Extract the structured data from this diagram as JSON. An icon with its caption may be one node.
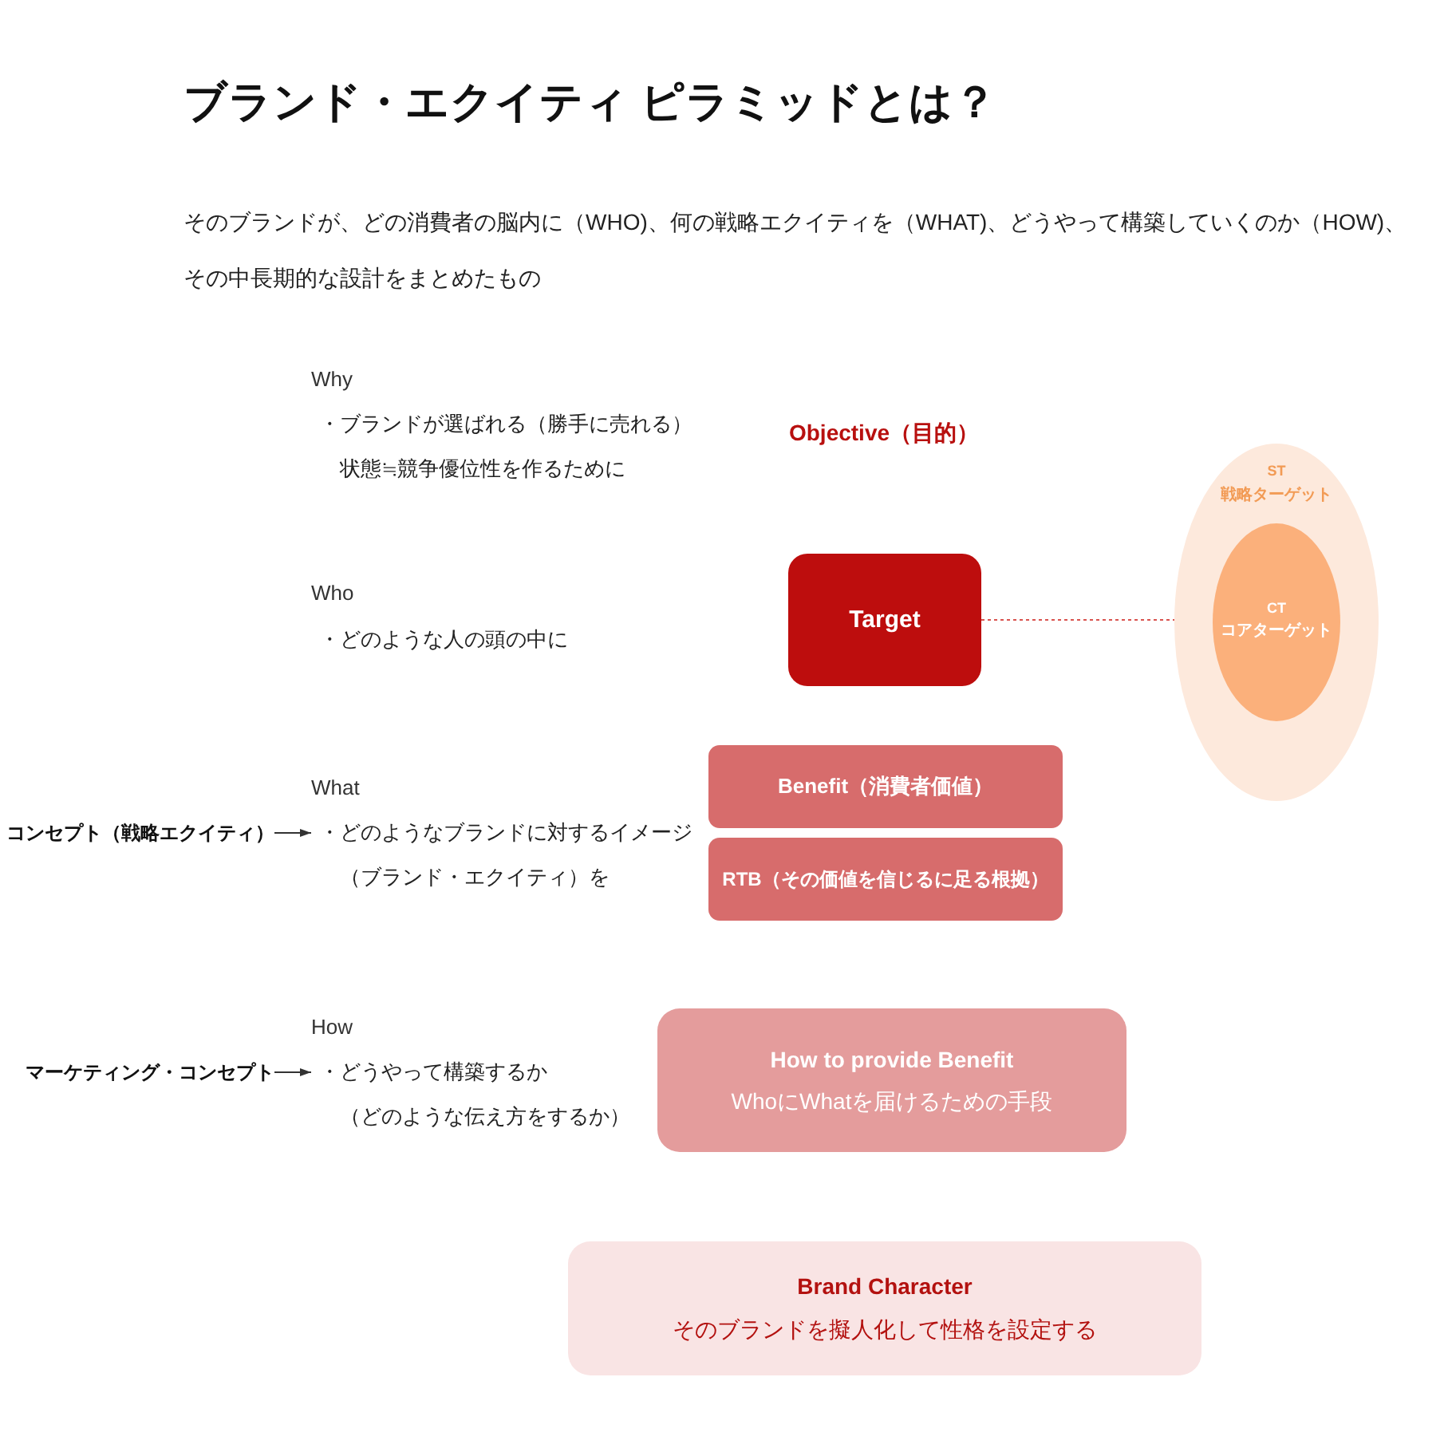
{
  "diagram": {
    "title": "ブランド・エクイティ ピラミッドとは？",
    "caption": "そのブランドが、どの消費者の脳内に（WHO)、何の戦略エクイティを（WHAT)、どうやって構築していくのか（HOW)、その中長期的な設計をまとめたもの",
    "nodes": [
      {
        "text": [
          "Target"
        ]
      },
      {
        "text": [
          "ST",
          "戦略ターゲット"
        ]
      },
      {
        "text": [
          "CT",
          "コアターゲット"
        ],
        "in": 1
      },
      {
        "text": [
          "Benefit（消費者価値）"
        ]
      },
      {
        "text": [
          "コンセプト（戦略エクイティ）"
        ]
      },
      {
        "text": [
          "What",
          "・どのようなブランドに対するイメージ（ブランド・エクイティ）を"
        ]
      },
      {
        "text": [
          "RTB（その価値を信じるに足る根拠）"
        ]
      },
      {
        "text": [
          "マーケティング・コンセプト"
        ]
      },
      {
        "text": [
          "How",
          "・どうやって構築するか（どのような伝え方をするか）"
        ]
      },
      {
        "text": [
          "How to provide Benefit",
          "WhoにWhatを届けるための手段"
        ]
      },
      {
        "text": [
          "Brand Character",
          "そのブランドを擬人化して性格を設定する"
        ]
      }
    ],
    "edges": [
      {
        "from": 0,
        "to": 1,
        "arrow": "none",
        "style": "dashed",
        "color": "#d9534f"
      },
      {
        "from": 4,
        "to": 5,
        "arrow": "to"
      },
      {
        "from": 7,
        "to": 8,
        "arrow": "to"
      }
    ],
    "labels": [
      "Why",
      "・ブランドが選ばれる（勝手に売れる）状態≒競争優位性を作るために",
      "Objective（目的）",
      "Who",
      "・どのような人の頭の中に"
    ]
  }
}
